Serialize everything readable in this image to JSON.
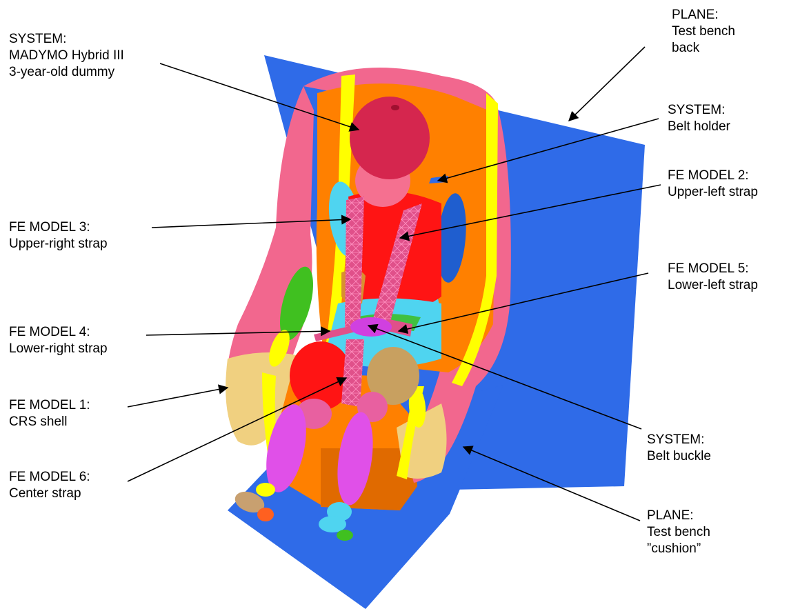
{
  "labels": {
    "madymo": {
      "line1": "SYSTEM:",
      "line2": "MADYMO Hybrid III",
      "line3": "3-year-old dummy"
    },
    "plane_back": {
      "line1": "PLANE:",
      "line2": "Test bench",
      "line3": "back"
    },
    "belt_holder": {
      "line1": "SYSTEM:",
      "line2": "Belt holder"
    },
    "fe2": {
      "line1": "FE MODEL 2:",
      "line2": "Upper-left strap"
    },
    "fe3": {
      "line1": "FE MODEL 3:",
      "line2": "Upper-right strap"
    },
    "fe5": {
      "line1": "FE MODEL 5:",
      "line2": "Lower-left strap"
    },
    "fe4": {
      "line1": "FE MODEL 4:",
      "line2": "Lower-right strap"
    },
    "fe1": {
      "line1": "FE MODEL 1:",
      "line2": "CRS shell"
    },
    "fe6": {
      "line1": "FE MODEL 6:",
      "line2": "Center strap"
    },
    "buckle": {
      "line1": "SYSTEM:",
      "line2": "Belt buckle"
    },
    "plane_cushion": {
      "line1": "PLANE:",
      "line2": "Test bench",
      "line3": "”cushion”"
    }
  },
  "colors": {
    "plane": "#2f6be8",
    "seat_pink": "#f2678e",
    "seat_orange": "#ff8000",
    "stripe_yellow": "#ffff00",
    "head": "#d5264e",
    "torso_red": "#ff1414",
    "arm_cyan": "#4fd4f0",
    "arm_blue": "#1f5ecf",
    "leg_magenta": "#e050e8",
    "strap": "#e0508a",
    "knee_tan": "#c8a060",
    "forearm_green": "#40c020",
    "foot_tan": "#c8a070",
    "shell_tan": "#f0d080"
  }
}
